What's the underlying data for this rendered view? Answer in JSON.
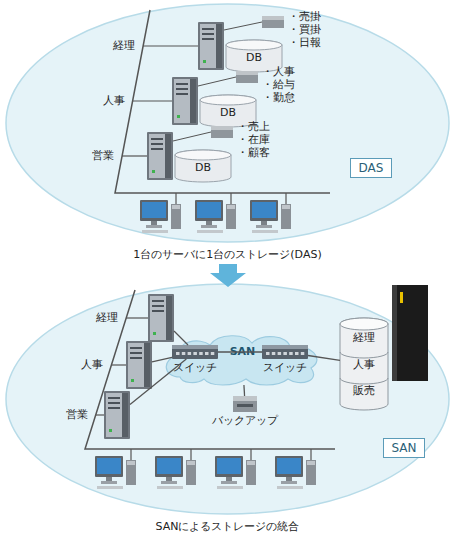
{
  "diagram": {
    "nodes": [
      {
        "text": [
          "DAS"
        ]
      },
      {
        "text": [
          "経理"
        ],
        "in": 0
      },
      {
        "text": [
          "DB",
          "・売掛",
          "・買掛",
          "・日報"
        ],
        "in": 0
      },
      {
        "text": [
          "人事"
        ],
        "in": 0
      },
      {
        "text": [
          "DB",
          "・人事",
          "・給与",
          "・勤怠"
        ],
        "in": 0
      },
      {
        "text": [
          "営業"
        ],
        "in": 0
      },
      {
        "text": [
          "DB",
          "・売上",
          "・在庫",
          "・顧客"
        ],
        "in": 0
      },
      {
        "text": [
          "SAN"
        ]
      },
      {
        "text": [
          "経理"
        ],
        "in": 7
      },
      {
        "text": [
          "人事"
        ],
        "in": 7
      },
      {
        "text": [
          "営業"
        ],
        "in": 7
      },
      {
        "text": [
          "SAN"
        ],
        "in": 7
      },
      {
        "text": [
          "スイッチ"
        ],
        "in": 11
      },
      {
        "text": [
          "スイッチ"
        ],
        "in": 11
      },
      {
        "text": [
          "経理",
          "人事",
          "販売"
        ],
        "in": 7
      },
      {
        "text": [
          "バックアップ"
        ],
        "in": 7
      }
    ],
    "edges": [
      {
        "from": 8,
        "to": 12,
        "arrow": "none"
      },
      {
        "from": 9,
        "to": 12,
        "arrow": "none"
      },
      {
        "from": 10,
        "to": 12,
        "arrow": "none"
      },
      {
        "from": 12,
        "to": 13,
        "arrow": "none"
      },
      {
        "from": 13,
        "to": 14,
        "arrow": "none"
      },
      {
        "from": 15,
        "to": 11,
        "arrow": "none"
      }
    ],
    "labels": [
      "1台のサーバに1台のストレージ(DAS)",
      "SANによるストレージの統合"
    ]
  }
}
